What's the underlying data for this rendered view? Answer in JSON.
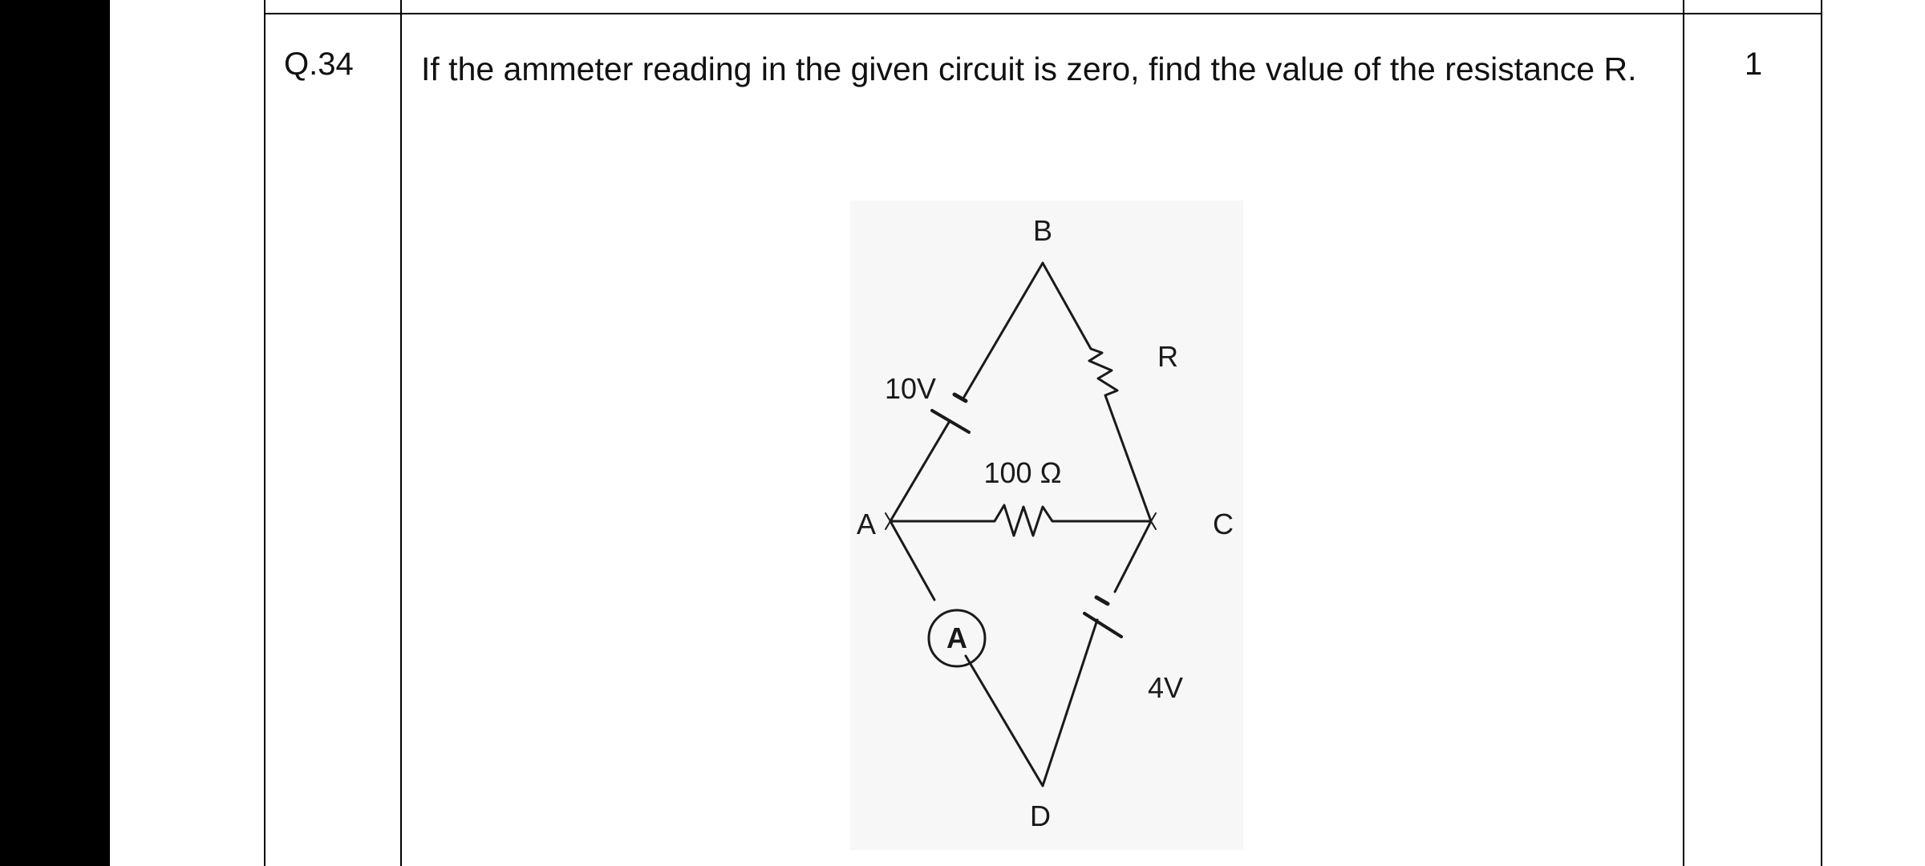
{
  "question": {
    "number": "Q.34",
    "text": "If the ammeter reading in the given circuit is zero, find the value of the resistance R.",
    "marks": "1"
  },
  "circuit": {
    "nodes": {
      "a": "A",
      "b": "B",
      "c": "C",
      "d": "D"
    },
    "battery_ab": "10V",
    "resistor_bc": "R",
    "resistor_ac": "100 Ω",
    "ammeter": "A",
    "battery_cd": "4V"
  }
}
